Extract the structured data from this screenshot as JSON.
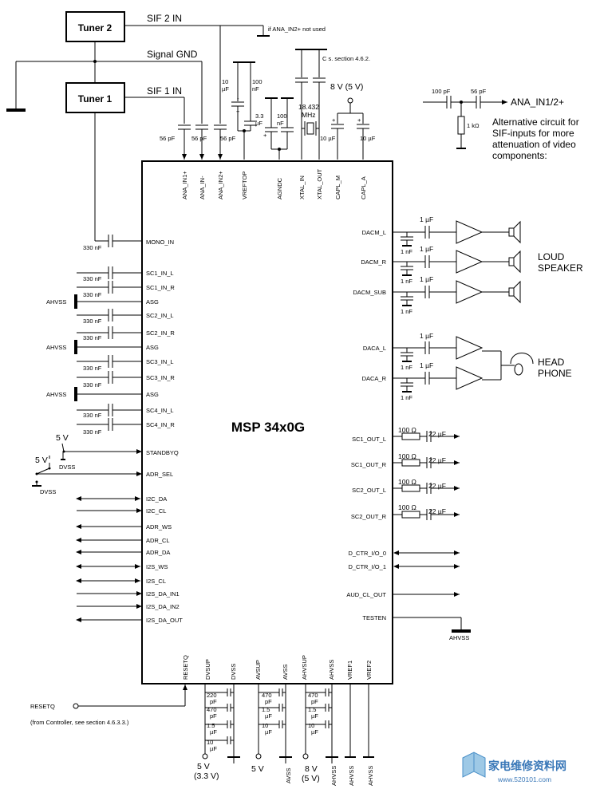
{
  "tuners": {
    "tuner2": "Tuner 2",
    "tuner1": "Tuner 1"
  },
  "signals": {
    "sif2": "SIF 2 IN",
    "sif1": "SIF 1 IN",
    "gnd": "Signal GND",
    "if_note": "if ANA_IN2+ not used",
    "xtal_note": "C s. section 4.6.2."
  },
  "chip": {
    "name": "MSP 34x0G"
  },
  "top_caps": {
    "c56a": "56 pF",
    "c56b": "56 pF",
    "c56c": "56 pF",
    "c10uf": "10",
    "c10uf_u": "µF",
    "c100nf": "100",
    "c100nf_u": "nF",
    "c33": "3.3",
    "c33_u": "µF",
    "c100nf2": "100",
    "c100nf2_u": "nF",
    "xtal": "18.432",
    "xtal_u": "MHz",
    "v8": "8 V (5 V)",
    "capl_m": "10 µF",
    "capl_a": "10 µF"
  },
  "top_pins": [
    "ANA_IN1+",
    "ANA_IN-",
    "ANA_IN2+",
    "VREFTOP",
    "AGNDC",
    "XTAL_IN",
    "XTAL_OUT",
    "CAPL_M",
    "CAPL_A"
  ],
  "alt": {
    "c1": "100 pF",
    "c2": "56 pF",
    "r": "1 kΩ",
    "out": "ANA_IN1/2+",
    "text1": "Alternative circuit for",
    "text2": "SIF-inputs for more",
    "text3": "attenuation of video",
    "text4": "components:"
  },
  "left_pins": [
    "MONO_IN",
    "SC1_IN_L",
    "SC1_IN_R",
    "ASG",
    "SC2_IN_L",
    "SC2_IN_R",
    "ASG",
    "SC3_IN_L",
    "SC3_IN_R",
    "ASG",
    "SC4_IN_L",
    "SC4_IN_R",
    "STANDBYQ",
    "ADR_SEL",
    "I2C_DA",
    "I2C_CL",
    "ADR_WS",
    "ADR_CL",
    "ADR_DA",
    "I2S_WS",
    "I2S_CL",
    "I2S_DA_IN1",
    "I2S_DA_IN2",
    "I2S_DA_OUT"
  ],
  "left_caps": [
    "330 nF",
    "330 nF",
    "330 nF",
    "330 nF",
    "330 nF",
    "330 nF",
    "330 nF",
    "330 nF",
    "330 nF"
  ],
  "ahvss": "AHVSS",
  "standby": {
    "v1": "5 V",
    "v2": "5 V",
    "dvss1": "DVSS",
    "dvss2": "DVSS"
  },
  "right_pins": [
    "DACM_L",
    "DACM_R",
    "DACM_SUB",
    "DACA_L",
    "DACA_R",
    "SC1_OUT_L",
    "SC1_OUT_R",
    "SC2_OUT_L",
    "SC2_OUT_R",
    "D_CTR_I/O_0",
    "D_CTR_I/O_1",
    "AUD_CL_OUT",
    "TESTEN"
  ],
  "right_caps": {
    "uf1": "1 µF",
    "nf1": "1 nF",
    "r100": "100 Ω",
    "c22": "22 µF"
  },
  "labels": {
    "loud1": "LOUD",
    "loud2": "SPEAKER",
    "head1": "HEAD",
    "head2": "PHONE",
    "testen_gnd": "AHVSS"
  },
  "bottom_pins": [
    "RESETQ",
    "DVSUP",
    "DVSS",
    "AVSUP",
    "AVSS",
    "AHVSUP",
    "AHVSS",
    "VREF1",
    "VREF2"
  ],
  "bottom_caps": {
    "g1": [
      "220",
      "pF",
      "470",
      "pF",
      "1.5",
      "µF",
      "10",
      "µF"
    ],
    "g2": [
      "470",
      "pF",
      "1.5",
      "µF",
      "10",
      "µF"
    ],
    "g3": [
      "470",
      "pF",
      "1.5",
      "µF",
      "10",
      "µF"
    ]
  },
  "bottom_labels": {
    "v5a": "5 V",
    "v5a2": "(3.3 V)",
    "v5b": "5 V",
    "v8": "8 V",
    "v8b": "(5 V)",
    "avss": "AVSS",
    "ahvss1": "AHVSS",
    "ahvss2": "AHVSS",
    "ahvss3": "AHVSS"
  },
  "reset": {
    "label": "RESETQ",
    "note": "(from Controller, see section 4.6.3.3.)"
  },
  "watermark": {
    "cn": "家电维修资料网",
    "url": "www.520101.com"
  }
}
